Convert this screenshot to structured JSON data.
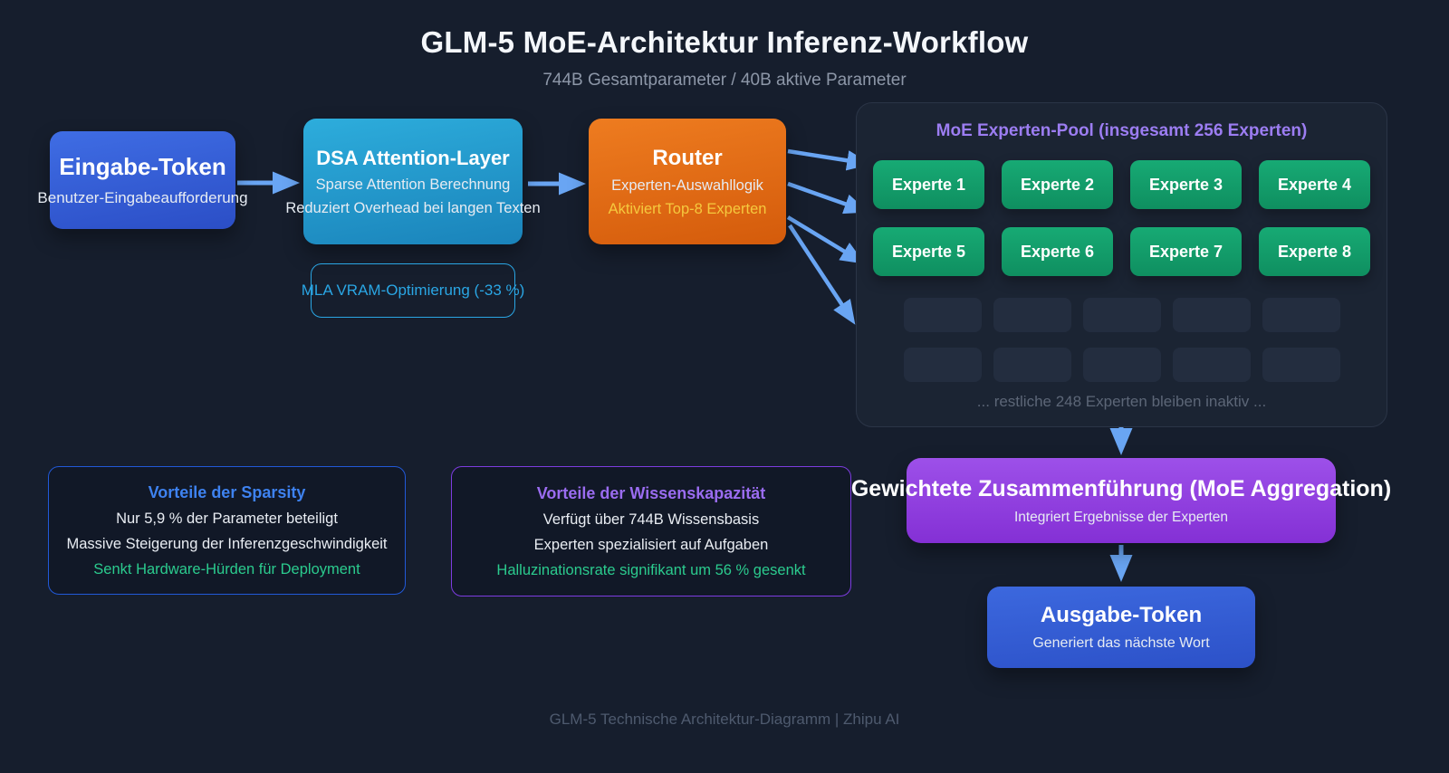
{
  "header": {
    "title": "GLM-5 MoE-Architektur Inferenz-Workflow",
    "subtitle": "744B Gesamtparameter / 40B aktive Parameter"
  },
  "flow": {
    "input": {
      "title": "Eingabe-Token",
      "subtitle": "Benutzer-Eingabeaufforderung"
    },
    "dsa": {
      "title": "DSA Attention-Layer",
      "line1": "Sparse Attention Berechnung",
      "line2": "Reduziert Overhead bei langen Texten"
    },
    "mla_note": {
      "label": "MLA VRAM-Optimierung (-33 %)"
    },
    "router": {
      "title": "Router",
      "line1": "Experten-Auswahllogik",
      "highlight": "Aktiviert Top-8 Experten"
    },
    "pool": {
      "title": "MoE Experten-Pool (insgesamt 256 Experten)",
      "experts": [
        "Experte 1",
        "Experte 2",
        "Experte 3",
        "Experte 4",
        "Experte 5",
        "Experte 6",
        "Experte 7",
        "Experte 8"
      ],
      "inactive_placeholder_count": 10,
      "inactive_note": "... restliche 248 Experten bleiben inaktiv ..."
    },
    "aggregation": {
      "title": "Gewichtete Zusammenführung (MoE Aggregation)",
      "subtitle": "Integriert Ergebnisse der Experten"
    },
    "output": {
      "title": "Ausgabe-Token",
      "subtitle": "Generiert das nächste Wort"
    }
  },
  "info_boxes": [
    {
      "title": "Vorteile der Sparsity",
      "lines": [
        "Nur 5,9 % der Parameter beteiligt",
        "Massive Steigerung der Inferenzgeschwindigkeit"
      ],
      "highlight": "Senkt Hardware-Hürden für Deployment"
    },
    {
      "title": "Vorteile der Wissenskapazität",
      "lines": [
        "Verfügt über 744B Wissensbasis",
        "Experten spezialisiert auf Aufgaben"
      ],
      "highlight": "Halluzinationsrate signifikant um 56 % gesenkt"
    }
  ],
  "footer": {
    "text": "GLM-5 Technische Architektur-Diagramm | Zhipu AI"
  },
  "colors": {
    "background": "#161e2d",
    "arrow_blue": "#69a5f3",
    "input_blue": "#3a62d8",
    "dsa_cyan": "#2196c9",
    "router_orange": "#e06812",
    "expert_green": "#13a06c",
    "aggregation_purple": "#913ddf",
    "pool_title_purple": "#9c7df2",
    "highlight_yellow": "#f5c93e",
    "highlight_green": "#2bcb8e",
    "mla_cyan": "#2aa6e4",
    "sparsity_title_blue": "#3e82f0",
    "knowledge_title_purple": "#9a6cf0",
    "inactive_gray": "#232d3f"
  }
}
